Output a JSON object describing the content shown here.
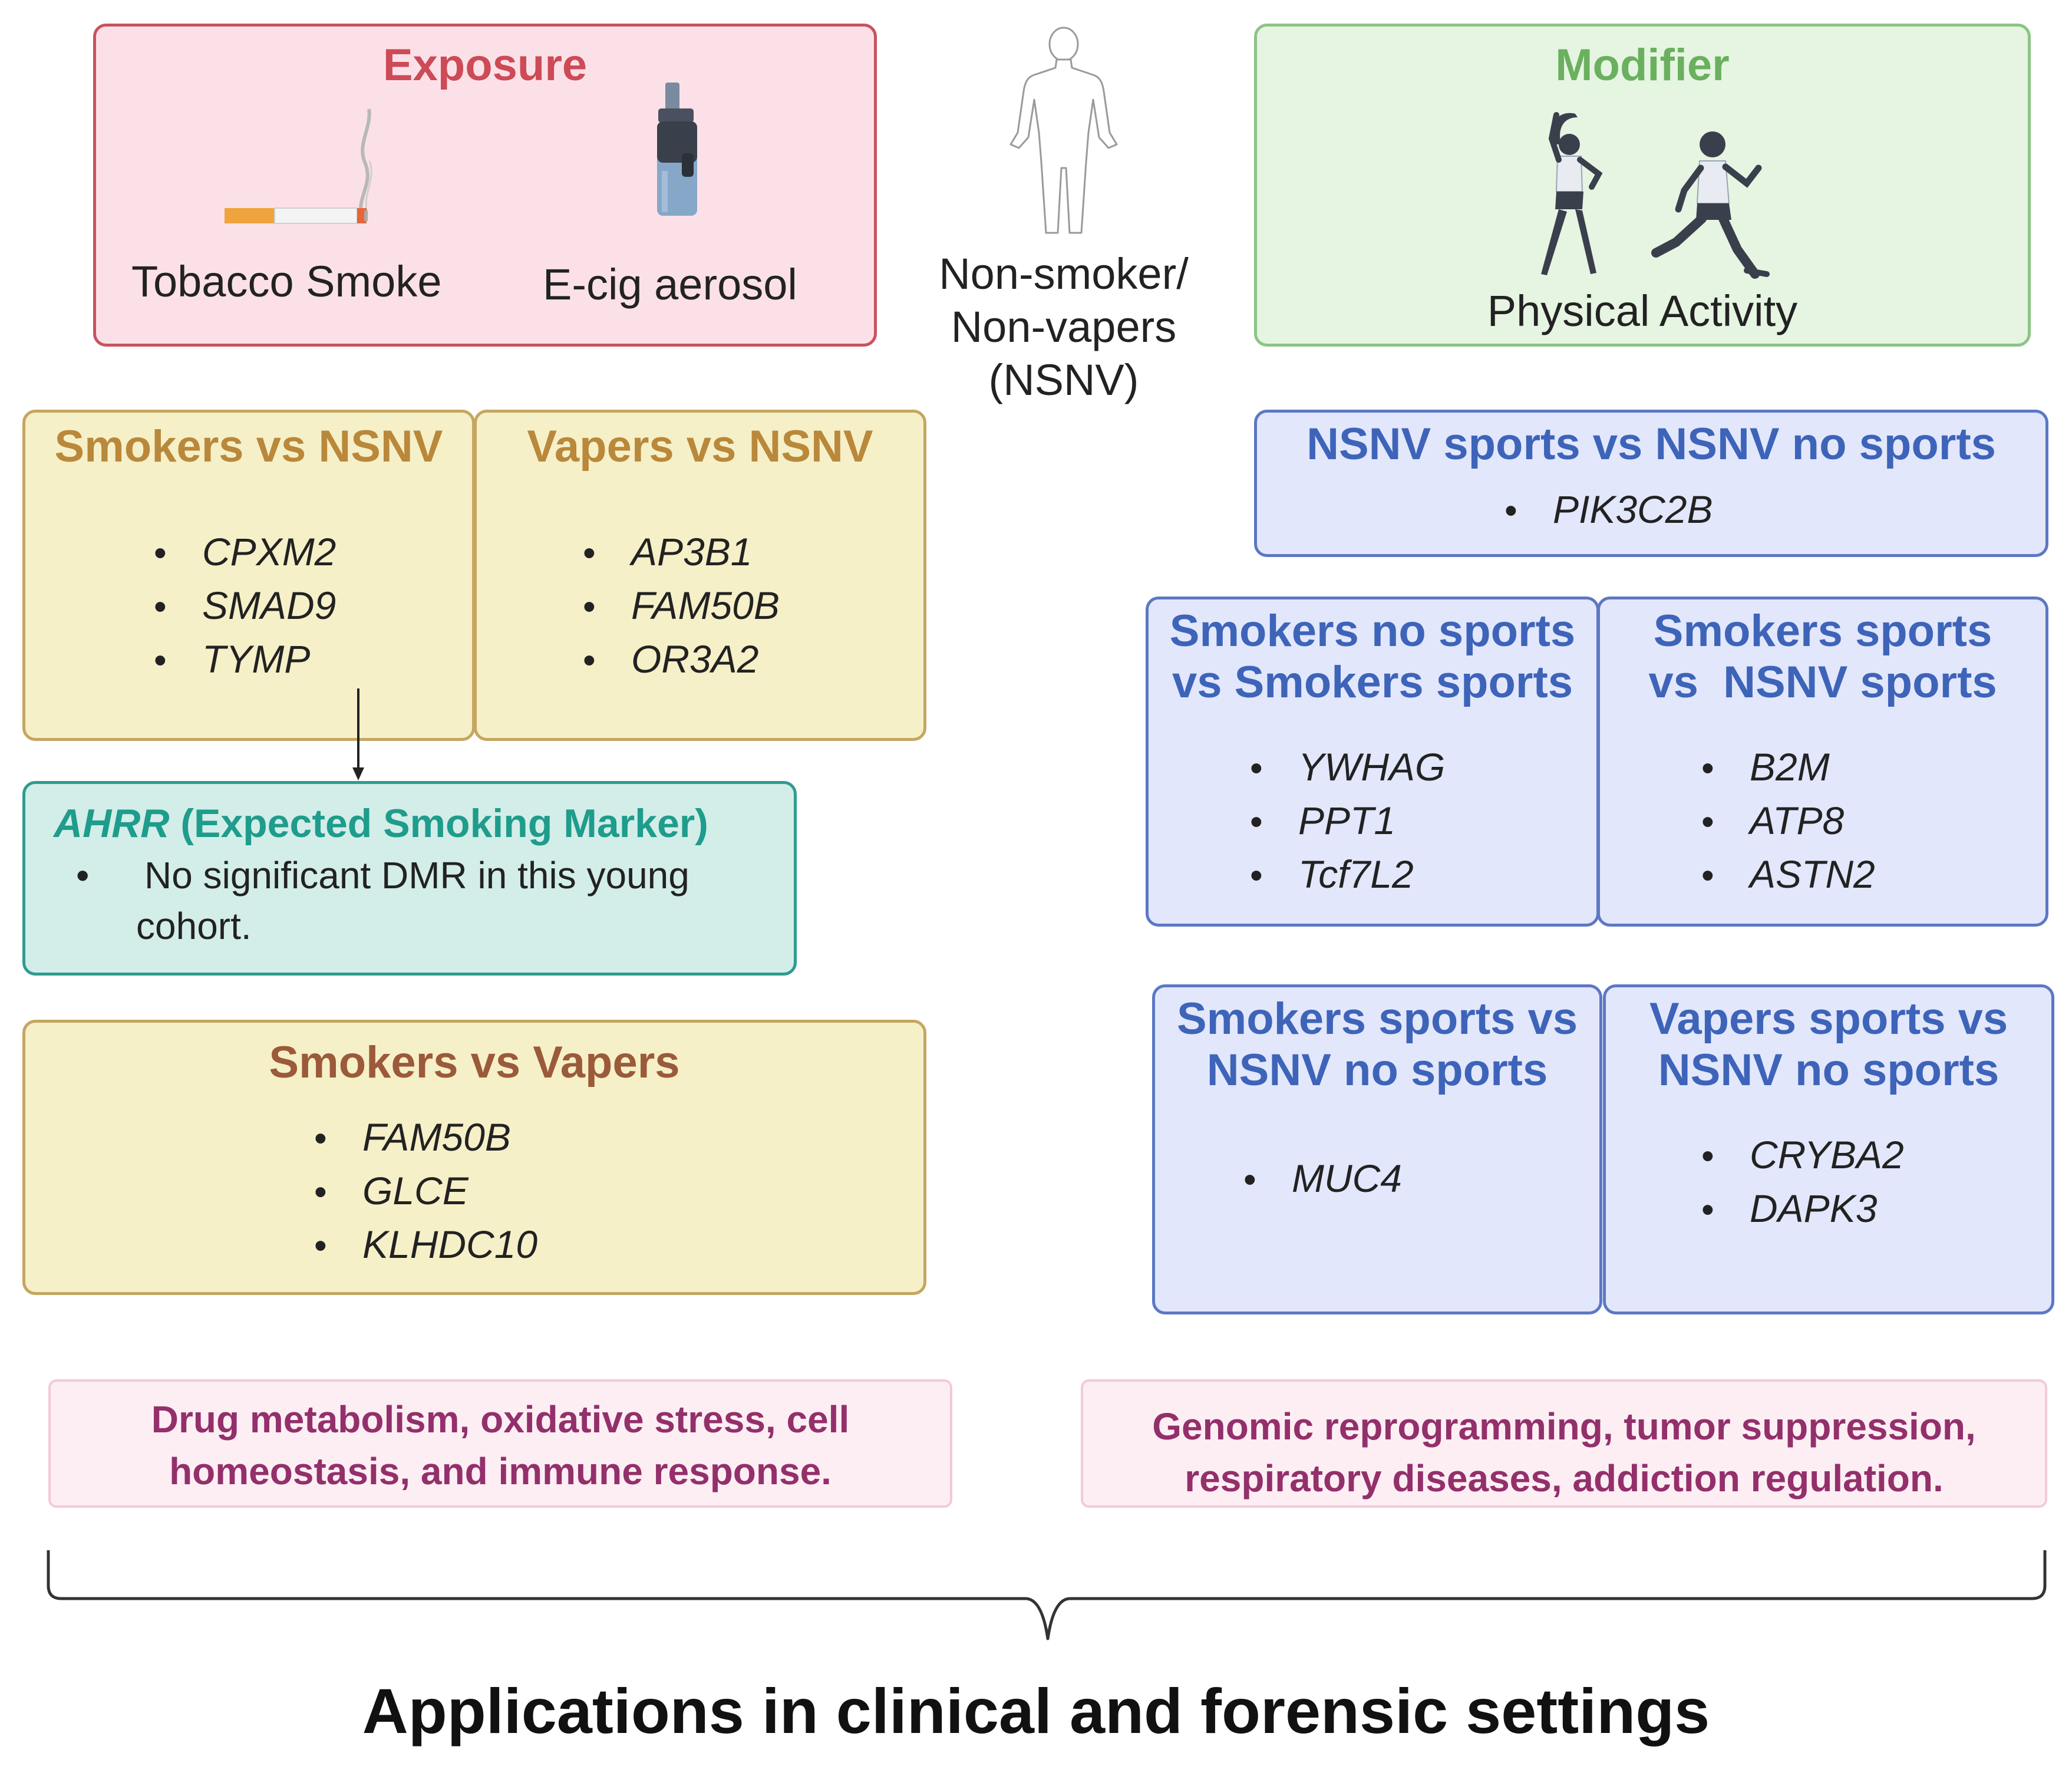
{
  "exposure": {
    "title": "Exposure",
    "items": [
      "Tobacco Smoke",
      "E-cig aerosol"
    ]
  },
  "center": {
    "label_lines": [
      "Non-smoker/",
      "Non-vapers",
      "(NSNV)"
    ]
  },
  "modifier": {
    "title": "Modifier",
    "label": "Physical Activity"
  },
  "left_groups": [
    {
      "title": "Smokers vs NSNV",
      "genes": [
        "CPXM2",
        "SMAD9",
        "TYMP"
      ]
    },
    {
      "title": "Vapers vs NSNV",
      "genes": [
        "AP3B1",
        "FAM50B",
        "OR3A2"
      ]
    }
  ],
  "ahrr": {
    "gene": "AHRR",
    "title_rest": " (Expected Smoking Marker)",
    "bullet": "•",
    "note": "No significant DMR in this young cohort."
  },
  "smokers_vs_vapers": {
    "title": "Smokers vs Vapers",
    "genes": [
      "FAM50B",
      "GLCE",
      "KLHDC10"
    ]
  },
  "right_groups": [
    {
      "title_lines": [
        "NSNV sports vs NSNV no sports"
      ],
      "genes": [
        "PIK3C2B"
      ]
    },
    {
      "title_lines": [
        "Smokers no sports",
        "vs Smokers sports"
      ],
      "genes": [
        "YWHAG",
        "PPT1",
        "Tcf7L2"
      ]
    },
    {
      "title_lines": [
        "Smokers sports",
        "vs  NSNV sports"
      ],
      "genes": [
        "B2M",
        "ATP8",
        "ASTN2"
      ]
    },
    {
      "title_lines": [
        "Smokers sports vs",
        "NSNV no sports"
      ],
      "genes": [
        "MUC4"
      ]
    },
    {
      "title_lines": [
        "Vapers sports vs",
        "NSNV no sports"
      ],
      "genes": [
        "CRYBA2",
        "DAPK3"
      ]
    }
  ],
  "applications": {
    "left_lines": [
      "Drug metabolism, oxidative stress, cell",
      "homeostasis, and immune response."
    ],
    "right_lines": [
      "Genomic reprogramming, tumor suppression,",
      "respiratory diseases, addiction regulation."
    ],
    "bottom_title": "Applications in clinical and forensic settings"
  },
  "colors": {
    "exposure_title": "#cd4a57",
    "modifier_title": "#6ab05e",
    "yellow_title": "#b9883a",
    "brown_title": "#9b5a3a",
    "blue_title": "#3e64b9",
    "teal_title": "#1e9c8c",
    "app_text": "#93306b"
  },
  "icons": [
    "cigarette-icon",
    "e-cigarette-icon",
    "human-body-icon",
    "stretching-woman-icon",
    "running-man-icon",
    "arrow-down-icon",
    "curly-brace-icon"
  ]
}
